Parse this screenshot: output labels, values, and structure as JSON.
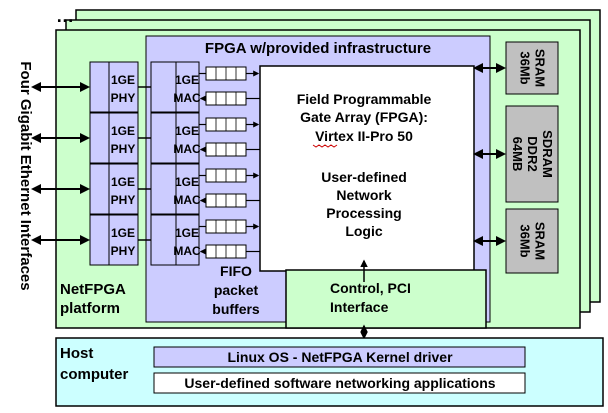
{
  "colors": {
    "board": "#ccffcc",
    "fpga_region": "#ccccff",
    "chip": "#ffffff",
    "host": "#ccffff",
    "module": "#ccccff",
    "memory": "#c0c0c0",
    "line": "#000000"
  },
  "side_label": "Four Gigabit Ethernet Interfaces",
  "board_dots": "…",
  "board": {
    "label_line1": "NetFPGA",
    "label_line2": "platform"
  },
  "fpga": {
    "title": "FPGA w/provided infrastructure"
  },
  "phys": [
    {
      "line1": "1GE",
      "line2": "PHY"
    },
    {
      "line1": "1GE",
      "line2": "PHY"
    },
    {
      "line1": "1GE",
      "line2": "PHY"
    },
    {
      "line1": "1GE",
      "line2": "PHY"
    }
  ],
  "macs": [
    {
      "line1": "1GE",
      "line2": "MAC"
    },
    {
      "line1": "1GE",
      "line2": "MAC"
    },
    {
      "line1": "1GE",
      "line2": "MAC"
    },
    {
      "line1": "1GE",
      "line2": "MAC"
    }
  ],
  "fifo": {
    "line1": "FIFO",
    "line2": "packet",
    "line3": "buffers"
  },
  "chip": {
    "line1": "Field Programmable",
    "line2": "Gate Array (FPGA):",
    "line3": "Virtex II-Pro 50",
    "line4": "User-defined",
    "line5": "Network",
    "line6": "Processing",
    "line7": "Logic"
  },
  "control": {
    "line1": "Control, PCI",
    "line2": "Interface"
  },
  "memories": [
    {
      "line1": "36Mb",
      "line2": "SRAM",
      "line3": ""
    },
    {
      "line1": "64MB",
      "line2": "DDR2",
      "line3": "SDRAM"
    },
    {
      "line1": "36Mb",
      "line2": "SRAM",
      "line3": ""
    }
  ],
  "host": {
    "label_line1": "Host",
    "label_line2": "computer",
    "driver": "Linux OS - NetFPGA Kernel driver",
    "apps": "User-defined software networking applications"
  }
}
